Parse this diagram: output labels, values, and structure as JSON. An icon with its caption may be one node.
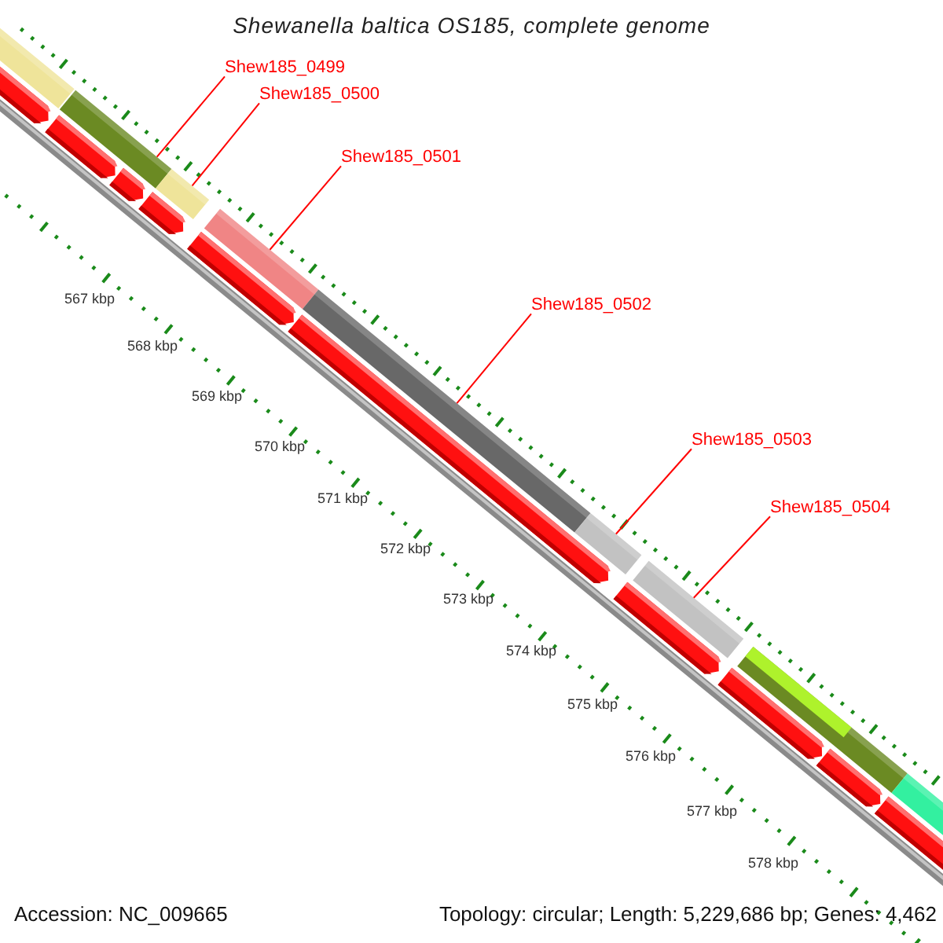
{
  "diagram": {
    "title": "Shewanella baltica OS185, complete genome",
    "nodes": [
      {
        "text": [
          "Shew185_0499"
        ]
      },
      {
        "text": [
          "Shew185_0500"
        ]
      },
      {
        "text": [
          "Shew185_0501"
        ]
      },
      {
        "text": [
          "Shew185_0502"
        ]
      },
      {
        "text": [
          "Shew185_0503"
        ]
      },
      {
        "text": [
          "Shew185_0504"
        ]
      },
      {
        "text": [],
        "shape": "bar"
      },
      {
        "text": [],
        "shape": "bar"
      },
      {
        "text": [],
        "shape": "bar"
      },
      {
        "text": [],
        "shape": "bar"
      },
      {
        "text": [],
        "shape": "bar"
      },
      {
        "text": [],
        "shape": "bar"
      }
    ],
    "edges": [
      {
        "from": 0,
        "to": 6,
        "arrow": "none"
      },
      {
        "from": 1,
        "to": 7,
        "arrow": "none"
      },
      {
        "from": 2,
        "to": 8,
        "arrow": "none"
      },
      {
        "from": 3,
        "to": 9,
        "arrow": "none"
      },
      {
        "from": 4,
        "to": 10,
        "arrow": "none"
      },
      {
        "from": 5,
        "to": 11,
        "arrow": "none"
      }
    ],
    "labels": [
      "567 kbp",
      "568 kbp",
      "569 kbp",
      "570 kbp",
      "571 kbp",
      "572 kbp",
      "573 kbp",
      "574 kbp",
      "575 kbp",
      "576 kbp",
      "577 kbp",
      "578 kbp",
      "Accession: NC_009665",
      "Topology: circular; Length: 5,229,686 bp; Genes: 4,462"
    ]
  }
}
